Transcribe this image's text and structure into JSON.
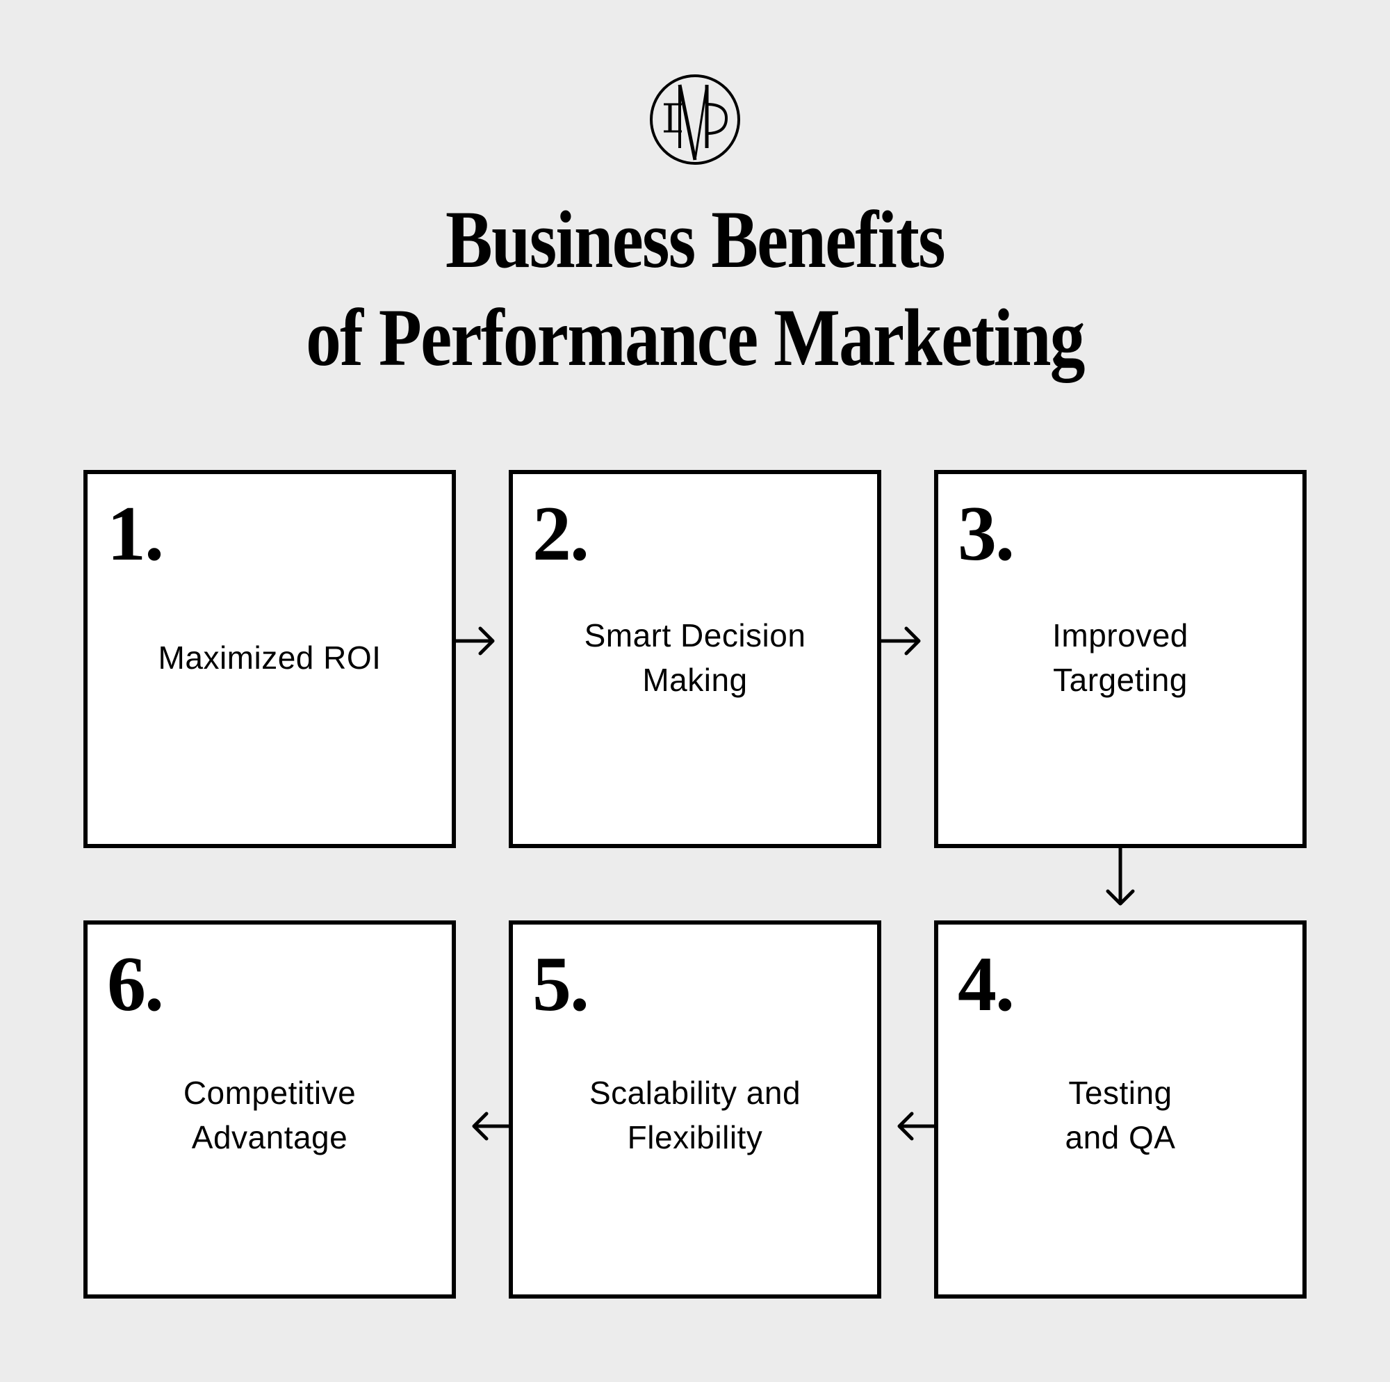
{
  "logo": {
    "icon": "monogram-logo-icon",
    "letters": "IMD"
  },
  "title": {
    "line1": "Business Benefits",
    "line2": "of Performance Marketing"
  },
  "colors": {
    "background": "#ececec",
    "box_fill": "#ffffff",
    "stroke": "#000000"
  },
  "steps": [
    {
      "number": "1.",
      "label_lines": [
        "Maximized ROI"
      ]
    },
    {
      "number": "2.",
      "label_lines": [
        "Smart Decision",
        "Making"
      ]
    },
    {
      "number": "3.",
      "label_lines": [
        "Improved",
        "Targeting"
      ]
    },
    {
      "number": "4.",
      "label_lines": [
        "Testing",
        "and QA"
      ]
    },
    {
      "number": "5.",
      "label_lines": [
        "Scalability and",
        "Flexibility"
      ]
    },
    {
      "number": "6.",
      "label_lines": [
        "Competitive",
        "Advantage"
      ]
    }
  ],
  "flow": [
    {
      "from": "1.",
      "to": "2.",
      "direction": "right"
    },
    {
      "from": "2.",
      "to": "3.",
      "direction": "right"
    },
    {
      "from": "3.",
      "to": "4.",
      "direction": "down"
    },
    {
      "from": "4.",
      "to": "5.",
      "direction": "left"
    },
    {
      "from": "5.",
      "to": "6.",
      "direction": "left"
    }
  ]
}
